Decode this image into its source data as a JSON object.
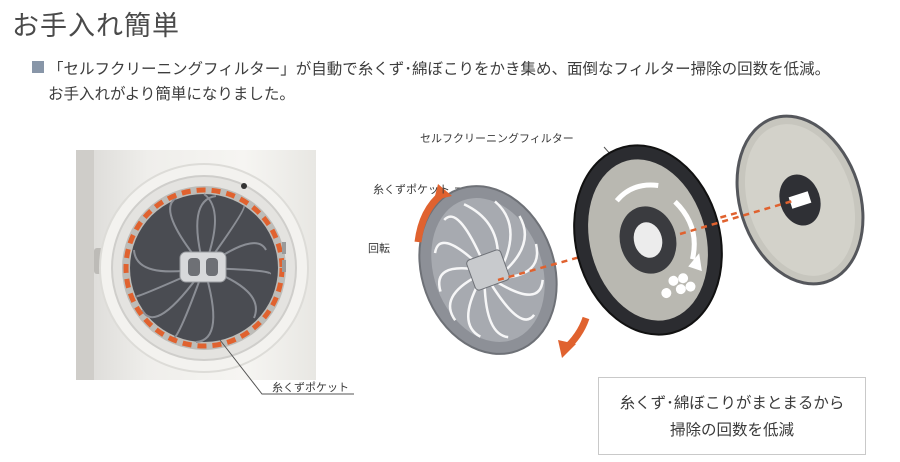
{
  "header": {
    "title": "お手入れ簡単",
    "description_line1": "「セルフクリーニングフィルター」が自動で糸くず･綿ぼこりをかき集め、面倒なフィルター掃除の回数を低減。",
    "description_line2": "お手入れがより簡単になりました。"
  },
  "labels": {
    "self_cleaning_filter": "セルフクリーニングフィルター",
    "lint_pocket_top": "糸くずポケット",
    "rotation": "回転",
    "lint_pocket_photo": "糸くずポケット"
  },
  "callout": {
    "line1": "糸くず･綿ぼこりがまとまるから",
    "line2": "掃除の回数を低減"
  },
  "colors": {
    "accent_orange": "#e0622f",
    "bullet": "#8896a8"
  }
}
